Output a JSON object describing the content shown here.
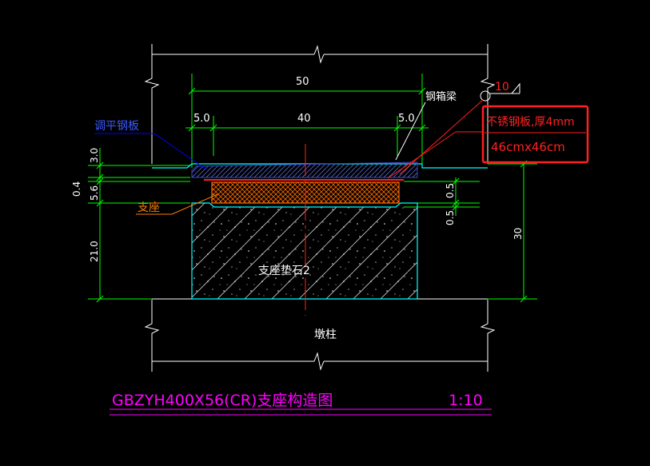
{
  "dimensions": {
    "total_width": "50",
    "inner_width": "40",
    "left_edge": "5.0",
    "right_edge": "5.0",
    "left_top_thickness": "3.0",
    "left_gap": "0.4",
    "left_bearing": "5.6",
    "left_stone": "21.0",
    "right_gap_top": "0.5",
    "right_gap_bottom": "0.5",
    "right_total": "30",
    "callout_number": "10"
  },
  "labels": {
    "leveling_plate": "调平钢板",
    "bearing": "支座",
    "steel_box_girder": "钢箱梁",
    "bearing_plinth": "支座垫石2",
    "pier": "墩柱",
    "stainless_plate_line1": "不锈钢板,厚4mm",
    "stainless_plate_line2": "46cmx46cm"
  },
  "title": {
    "text": "GBZYH400X56(CR)支座构造图",
    "scale": "1:10"
  },
  "colors": {
    "dimension": "#00ff00",
    "outline": "#00ffff",
    "leader_blue": "#0000ff",
    "leader_red": "#ff0000",
    "leader_orange": "#ff7f00",
    "title": "#ff00ff",
    "callout_box": "#ff2020",
    "pad_hatch": "#ff6a00",
    "plate_fill": "#1a2a7a"
  }
}
